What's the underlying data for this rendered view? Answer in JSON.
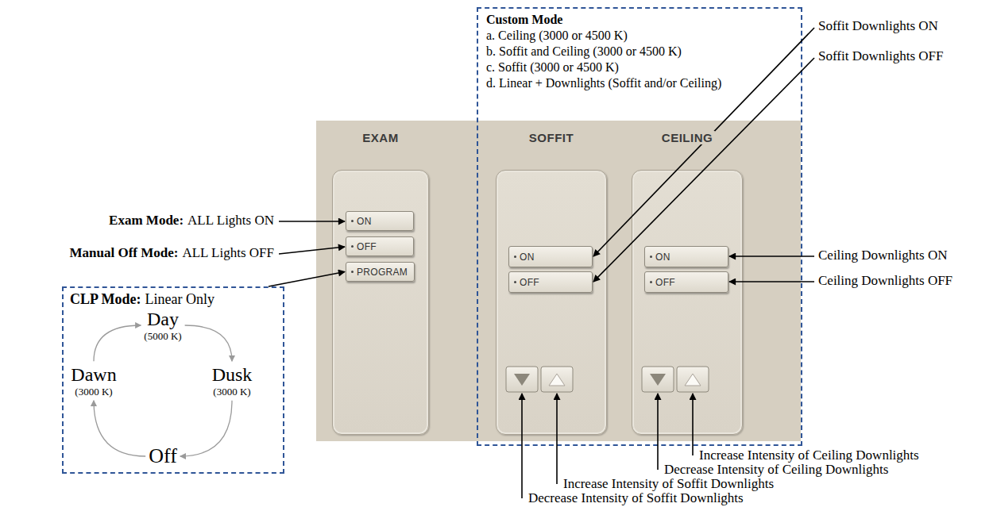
{
  "diagram": {
    "nodes": [
      {
        "text": [
          "Custom Mode",
          "a. Ceiling (3000 or 4500 K)",
          "b. Soffit and Ceiling (3000 or 4500 K)",
          "c. Soffit (3000 or 4500 K)",
          "d. Linear + Downlights (Soffit and/or Ceiling)"
        ]
      },
      {
        "text": [
          "EXAM"
        ]
      },
      {
        "text": [
          "ON"
        ],
        "in": 1
      },
      {
        "text": [
          "OFF"
        ],
        "in": 1
      },
      {
        "text": [
          "PROGRAM"
        ],
        "in": 1
      },
      {
        "text": [
          "SOFFIT"
        ],
        "in": 0
      },
      {
        "text": [
          "ON"
        ],
        "in": 5
      },
      {
        "text": [
          "OFF"
        ],
        "in": 5
      },
      {
        "text": [
          "CEILING"
        ],
        "in": 0
      },
      {
        "text": [
          "ON"
        ],
        "in": 8
      },
      {
        "text": [
          "OFF"
        ],
        "in": 8
      },
      {
        "text": [
          "CLP Mode:",
          "Linear Only"
        ]
      },
      {
        "text": [
          "Day",
          "(5000 K)"
        ],
        "in": 11
      },
      {
        "text": [
          "Dusk",
          "(3000 K)"
        ],
        "in": 11
      },
      {
        "text": [
          "Off"
        ],
        "in": 11
      },
      {
        "text": [
          "Dawn",
          "(3000 K)"
        ],
        "in": 11
      }
    ],
    "edges": [
      {
        "from": 11,
        "to": 4,
        "arrow": "to"
      },
      {
        "from": 12,
        "to": 13,
        "arrow": "to"
      },
      {
        "from": 13,
        "to": 14,
        "arrow": "to"
      },
      {
        "from": 14,
        "to": 15,
        "arrow": "to"
      },
      {
        "from": 15,
        "to": 12,
        "arrow": "to"
      }
    ],
    "labels": [
      "Exam Mode:",
      "ALL Lights ON",
      "Manual Off Mode:",
      "ALL Lights OFF",
      "Soffit Downlights ON",
      "Soffit Downlights OFF",
      "Ceiling Downlights ON",
      "Ceiling Downlights OFF",
      "Increase Intensity of Ceiling Downlights",
      "Decrease Intensity of Ceiling Downlights",
      "Increase Intensity of Soffit Downlights",
      "Decrease Intensity of Soffit Downlights"
    ]
  }
}
